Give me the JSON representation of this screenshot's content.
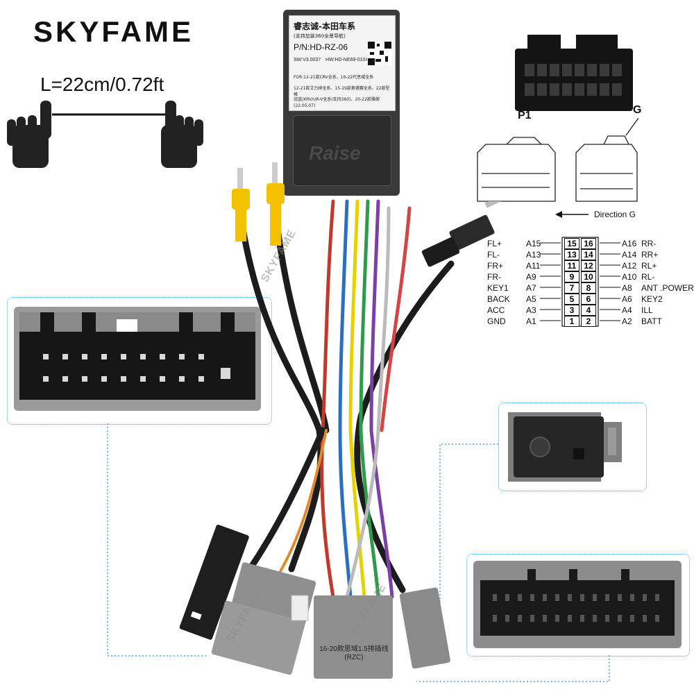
{
  "brand": "SKYFAME",
  "length_label": "L=22cm/0.72ft",
  "module": {
    "line1": "睿志诚-本田车系",
    "line2": "(支持加装360全景导航)",
    "part_number": "P/N:HD-RZ-06",
    "sw": "SW:V3.0037",
    "hw": "HW:HD-NE69-0104",
    "for_1": "FOR:12-21款CRV全系、16-22代思域全系",
    "for_2": "12-21款艾力绅全系、15-19款奥德赛全系、22款型格",
    "for_3": "冠道/XRV/UR-V全系(支持360)、20-22款雅阁(22.05.07)",
    "logo": "Raise"
  },
  "connector_labels": {
    "p1": "P1",
    "g": "G",
    "direction": "Direction G"
  },
  "pinout": {
    "left": [
      {
        "name": "FL+",
        "pin": "A15",
        "num": "15"
      },
      {
        "name": "FL-",
        "pin": "A13",
        "num": "13"
      },
      {
        "name": "FR+",
        "pin": "A11",
        "num": "11"
      },
      {
        "name": "FR-",
        "pin": "A9",
        "num": "9"
      },
      {
        "name": "KEY1",
        "pin": "A7",
        "num": "7"
      },
      {
        "name": "BACK",
        "pin": "A5",
        "num": "5"
      },
      {
        "name": "ACC",
        "pin": "A3",
        "num": "3"
      },
      {
        "name": "GND",
        "pin": "A1",
        "num": "1"
      }
    ],
    "right": [
      {
        "name": "RR-",
        "pin": "A16",
        "num": "16"
      },
      {
        "name": "RR+",
        "pin": "A14",
        "num": "14"
      },
      {
        "name": "RL+",
        "pin": "A12",
        "num": "12"
      },
      {
        "name": "RL-",
        "pin": "A10",
        "num": "10"
      },
      {
        "name": "ANT .POWER",
        "pin": "A8",
        "num": "8"
      },
      {
        "name": "KEY2",
        "pin": "A6",
        "num": "6"
      },
      {
        "name": "ILL",
        "pin": "A4",
        "num": "4"
      },
      {
        "name": "BATT",
        "pin": "A2",
        "num": "2"
      }
    ]
  },
  "cable_tag": "16-20款思域1.5排插线 (RZC)",
  "watermark": "SKYFAME",
  "colors": {
    "brand": "#111111",
    "module_body": "#3a3a3a",
    "connector_gray": "#8f8f8f",
    "dotted_frame": "#4aa7d8",
    "rca_yellow": "#f2c200",
    "wire_black": "#1c1c1c"
  },
  "icons": [
    "hand-pointing-icon",
    "hand-pointing-icon"
  ]
}
